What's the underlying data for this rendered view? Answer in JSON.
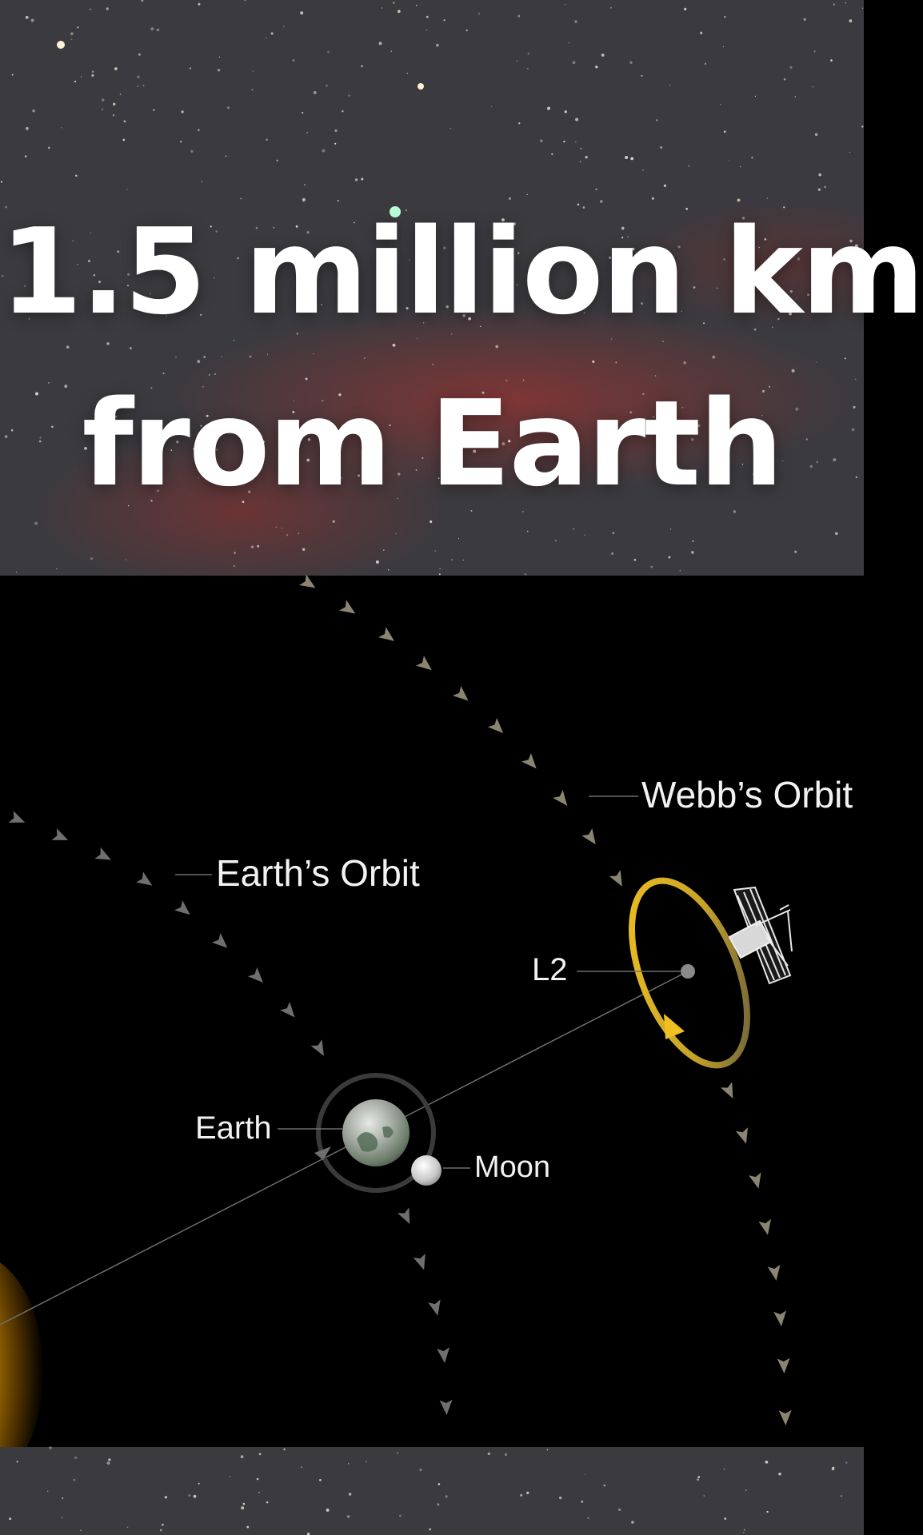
{
  "headline": {
    "line1": "1.5 million km",
    "line2": "from Earth"
  },
  "diagram": {
    "labels": {
      "webbs_orbit": "Webb’s Orbit",
      "earths_orbit": "Earth’s Orbit",
      "l2": "L2",
      "earth": "Earth",
      "moon": "Moon"
    },
    "colors": {
      "background": "#000000",
      "space_panel": "#3a3a3f",
      "nebula": "#963432",
      "sun": "#ffc400",
      "halo_orbit": "#e8b820",
      "orbit_arrows": "#8a8470",
      "label_text": "#f2f2f2"
    }
  }
}
